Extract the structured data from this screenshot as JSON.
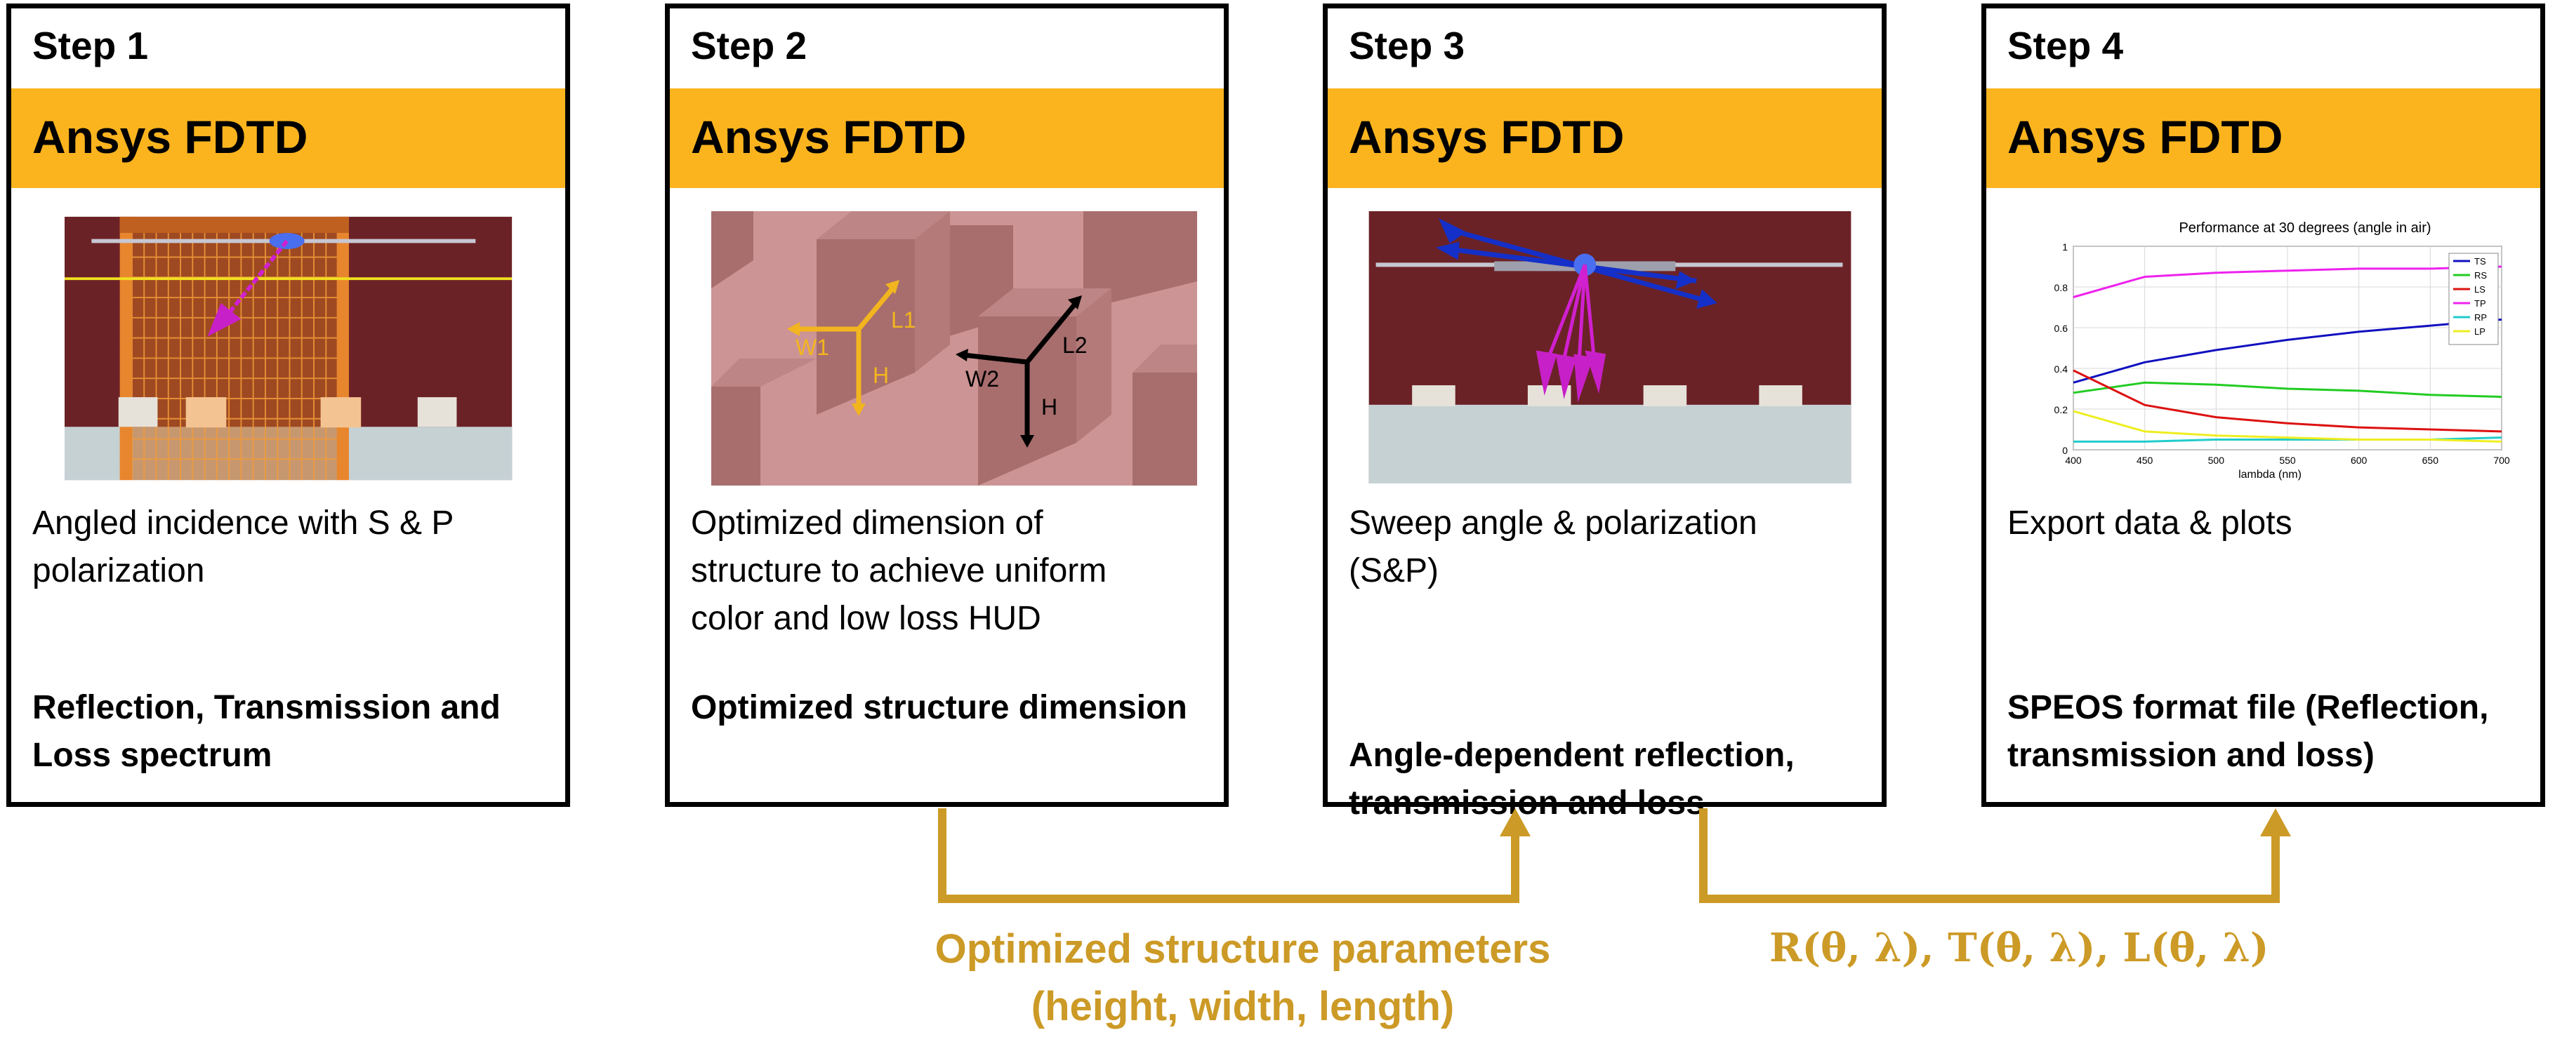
{
  "steps": [
    {
      "step": "Step 1",
      "tool": "Ansys FDTD",
      "description": "Angled incidence with S & P\npolarization",
      "result": "Reflection, Transmission and\nLoss spectrum"
    },
    {
      "step": "Step 2",
      "tool": "Ansys FDTD",
      "description": "Optimized dimension of\nstructure to achieve uniform\ncolor and low loss HUD",
      "result": "Optimized structure dimension"
    },
    {
      "step": "Step 3",
      "tool": "Ansys FDTD",
      "description": "Sweep angle & polarization\n(S&P)",
      "result": "Angle-dependent reflection,\ntransmission and loss"
    },
    {
      "step": "Step 4",
      "tool": "Ansys FDTD",
      "description": "Export data & plots",
      "result": "SPEOS format file (Reflection,\ntransmission and loss)"
    }
  ],
  "step2_figure_labels": {
    "w1": "W1",
    "l1": "L1",
    "h1": "H",
    "w2": "W2",
    "l2": "L2",
    "h2": "H"
  },
  "step4_plot": {
    "title": "Performance at 30 degrees (angle in air)",
    "xlabel": "lambda (nm)",
    "xticks": [
      "400",
      "450",
      "500",
      "550",
      "600",
      "650",
      "700"
    ],
    "yticks": [
      "0",
      "0.2",
      "0.4",
      "0.6",
      "0.8",
      "1"
    ],
    "legend": [
      "TS",
      "RS",
      "LS",
      "TP",
      "RP",
      "LP"
    ]
  },
  "chart_data": {
    "type": "line",
    "title": "Performance at 30 degrees (angle in air)",
    "xlabel": "lambda (nm)",
    "ylabel": "",
    "xlim": [
      400,
      700
    ],
    "ylim": [
      0,
      1
    ],
    "grid": true,
    "legend_position": "top-right",
    "x": [
      400,
      450,
      500,
      550,
      600,
      650,
      700
    ],
    "series": [
      {
        "name": "TS",
        "color": "#1010c0",
        "values": [
          0.33,
          0.43,
          0.49,
          0.54,
          0.58,
          0.61,
          0.64
        ]
      },
      {
        "name": "RS",
        "color": "#22cc22",
        "values": [
          0.28,
          0.33,
          0.32,
          0.3,
          0.29,
          0.27,
          0.26
        ]
      },
      {
        "name": "LS",
        "color": "#dd1111",
        "values": [
          0.39,
          0.22,
          0.16,
          0.13,
          0.11,
          0.1,
          0.09
        ]
      },
      {
        "name": "TP",
        "color": "#ee22ee",
        "values": [
          0.75,
          0.85,
          0.87,
          0.88,
          0.89,
          0.89,
          0.9
        ]
      },
      {
        "name": "RP",
        "color": "#22cccc",
        "values": [
          0.04,
          0.04,
          0.05,
          0.05,
          0.05,
          0.05,
          0.06
        ]
      },
      {
        "name": "LP",
        "color": "#eeee22",
        "values": [
          0.19,
          0.09,
          0.07,
          0.06,
          0.05,
          0.05,
          0.04
        ]
      }
    ]
  },
  "connectors": {
    "left_label": "Optimized structure parameters\n(height, width, length)",
    "right_label": "R(θ, λ), T(θ, λ), L(θ, λ)",
    "color": "#cc9a26"
  },
  "colors": {
    "banner": "#fbb41e",
    "accent": "#cc9a26",
    "substrate": "#6b2226"
  }
}
